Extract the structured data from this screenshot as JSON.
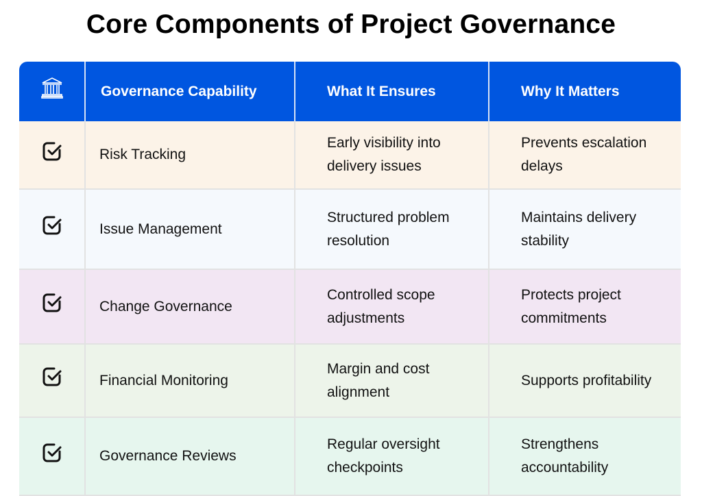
{
  "title": "Core Components of Project Governance",
  "header": {
    "icon": "bank-building-icon",
    "columns": [
      "Governance Capability",
      "What It Ensures",
      "Why It Matters"
    ],
    "color": "#0056e0"
  },
  "rows": [
    {
      "icon": "checkbox-checked-icon",
      "capability": "Risk Tracking",
      "ensures": "Early visibility into delivery issues",
      "matters": "Prevents escalation delays",
      "color": "#fcf3e8"
    },
    {
      "icon": "checkbox-checked-icon",
      "capability": "Issue Management",
      "ensures": "Structured problem resolution",
      "matters": "Maintains delivery stability",
      "color": "#f5f9fd"
    },
    {
      "icon": "checkbox-checked-icon",
      "capability": "Change Governance",
      "ensures": "Controlled scope adjustments",
      "matters": "Protects project commitments",
      "color": "#f2e6f3"
    },
    {
      "icon": "checkbox-checked-icon",
      "capability": "Financial Monitoring",
      "ensures": "Margin and cost alignment",
      "matters": "Supports profitability",
      "color": "#edf4ea"
    },
    {
      "icon": "checkbox-checked-icon",
      "capability": "Governance Reviews",
      "ensures": "Regular oversight checkpoints",
      "matters": "Strengthens accountability",
      "color": "#e6f6ee"
    }
  ]
}
